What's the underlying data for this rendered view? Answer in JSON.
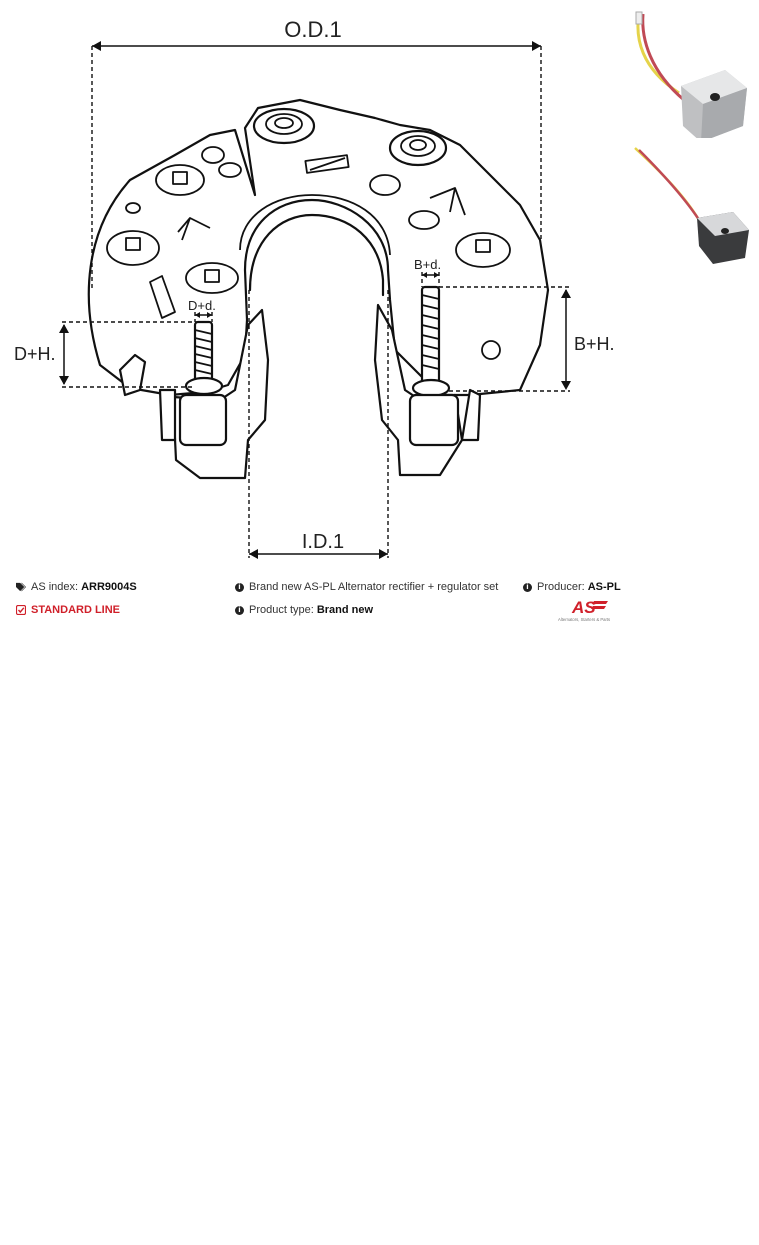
{
  "diagram": {
    "od_label": "O.D.1",
    "id_label": "I.D.1",
    "dh_label": "D+H.",
    "dd_label": "D+d.",
    "bh_label": "B+H.",
    "bd_label": "B+d."
  },
  "info": {
    "as_index_label": "AS index:",
    "as_index_value": "ARR9004S",
    "line_label": "STANDARD LINE",
    "description": "Brand new AS-PL Alternator rectifier + regulator set",
    "product_type_label": "Product type:",
    "product_type_value": "Brand new",
    "producer_label": "Producer:",
    "producer_value": "AS-PL"
  },
  "logo": {
    "mark": "AS",
    "tagline": "Alternators, Starters & Parts"
  },
  "colors": {
    "accent_red": "#d0202a",
    "text": "#333333"
  },
  "icons": {
    "tags": "tags-icon",
    "check": "check-square-icon",
    "info": "info-circle-icon"
  }
}
